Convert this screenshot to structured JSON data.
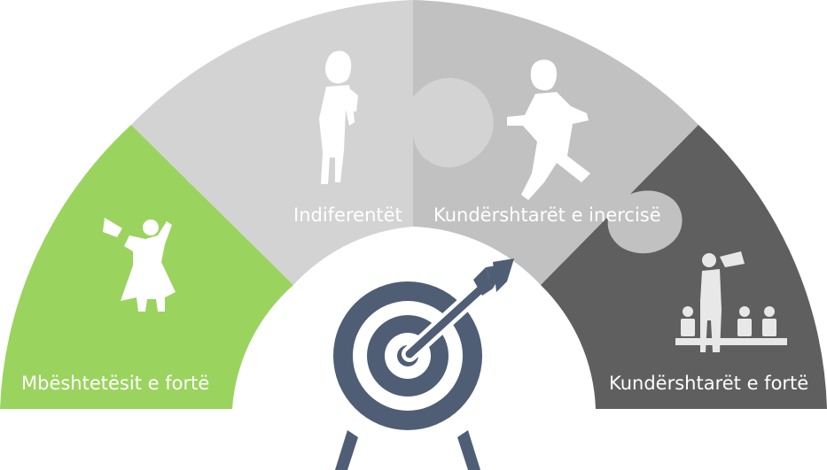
{
  "segments": [
    {
      "label": "Mbështetësit e fortë",
      "color": "#9bd35f",
      "icon": "cheering-person-with-megaphone-icon"
    },
    {
      "label": "Indiferentët",
      "color": "#d3d3d3",
      "icon": "thinking-person-icon"
    },
    {
      "label": "Kundërshtarët e inercisë",
      "color": "#c1c1c1",
      "icon": "running-person-icon"
    },
    {
      "label": "Kundërshtarët e fortë",
      "color": "#5f5f5f",
      "icon": "protester-with-megaphone-icon"
    }
  ],
  "center_icon": "target-with-arrow-icon",
  "colors": {
    "target": "#4f5e74",
    "silhouette": "#ffffff",
    "puzzle_knob_light": "#d7d7d7",
    "puzzle_knob_mid": "#c6c6c6"
  }
}
